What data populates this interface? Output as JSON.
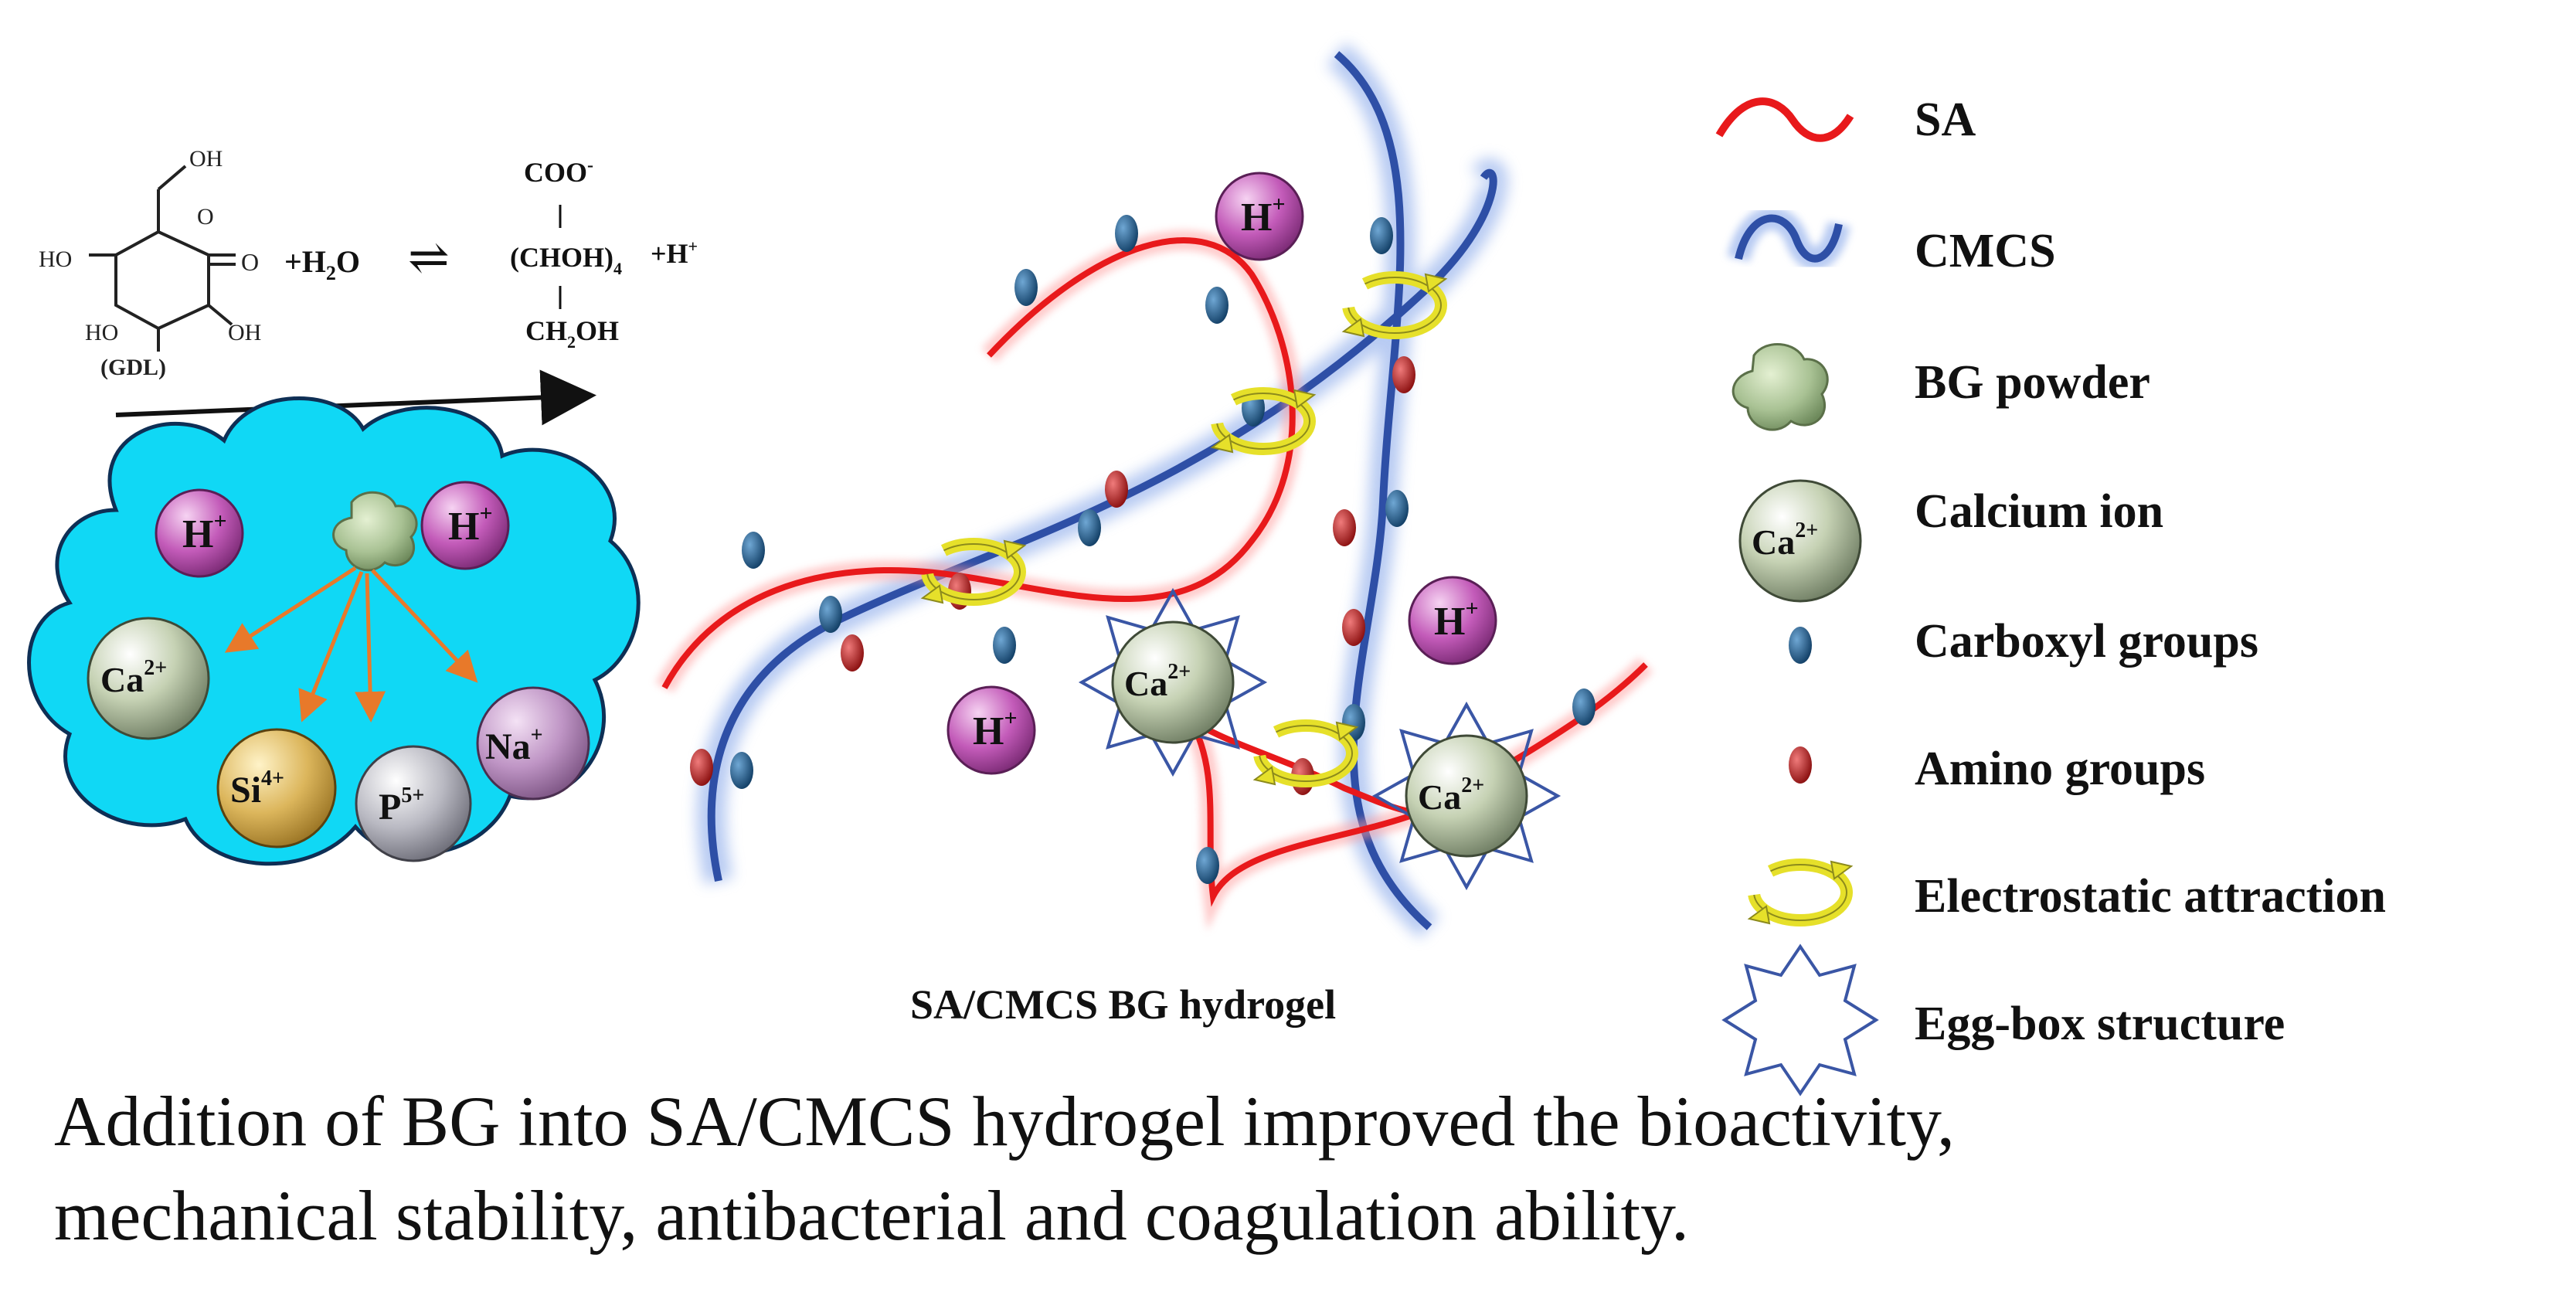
{
  "reaction": {
    "reactant_label": "(GDL)",
    "plus_water": "+H",
    "water_sub": "2",
    "water_o": "O",
    "equilibrium": "⇌",
    "product_coo": "COO",
    "product_coo_charge": "-",
    "product_chain": "(CHOH)",
    "product_chain_sub": "4",
    "product_ch2oh": "CH",
    "product_ch2oh_sub": "2",
    "product_ch2oh_tail": "OH",
    "plus_h": "+H",
    "plus_h_charge": "+",
    "oh_top": "OH",
    "ho_left": "HO",
    "ho_bottom": "HO",
    "oh_right": "OH",
    "ring_o": "O",
    "carbonyl_o": "O"
  },
  "cloud": {
    "ions": [
      {
        "symbol": "H",
        "charge": "+"
      },
      {
        "symbol": "H",
        "charge": "+"
      },
      {
        "symbol": "Ca",
        "charge": "2+"
      },
      {
        "symbol": "Si",
        "charge": "4+"
      },
      {
        "symbol": "P",
        "charge": "5+"
      },
      {
        "symbol": "Na",
        "charge": "+"
      }
    ]
  },
  "network": {
    "title": "SA/CMCS BG hydrogel",
    "ions": [
      {
        "symbol": "H",
        "charge": "+"
      },
      {
        "symbol": "H",
        "charge": "+"
      },
      {
        "symbol": "H",
        "charge": "+"
      },
      {
        "symbol": "Ca",
        "charge": "2+"
      },
      {
        "symbol": "Ca",
        "charge": "2+"
      }
    ]
  },
  "legend": {
    "items": [
      {
        "label": "SA",
        "icon": "red-wave-icon"
      },
      {
        "label": "CMCS",
        "icon": "blue-wave-icon"
      },
      {
        "label": "BG powder",
        "icon": "bg-powder-icon"
      },
      {
        "label": "Calcium ion",
        "icon": "calcium-ion-icon",
        "icon_symbol": "Ca",
        "icon_charge": "2+"
      },
      {
        "label": "Carboxyl groups",
        "icon": "blue-dot-icon"
      },
      {
        "label": "Amino groups",
        "icon": "red-dot-icon"
      },
      {
        "label": "Electrostatic attraction",
        "icon": "circular-arrows-icon"
      },
      {
        "label": "Egg-box structure",
        "icon": "star-icon"
      }
    ]
  },
  "caption": {
    "line1": "Addition of BG into SA/CMCS hydrogel improved the bioactivity,",
    "line2": "mechanical stability, antibacterial and coagulation ability."
  },
  "colors": {
    "sa_red": "#e8191b",
    "cmcs_blue": "#2e4fa6",
    "cloud_cyan": "#10d8f5",
    "h_ion": "#b84fb0",
    "ca_ion": "#b8c6a5",
    "si_ion": "#d6b45a",
    "p_ion": "#b0b0b8",
    "na_ion": "#c095c4",
    "carboxyl": "#1f5f8f",
    "amino": "#c01a1a",
    "arrow_orange": "#e8792a",
    "electrostatic_yellow": "#e6e02a"
  }
}
